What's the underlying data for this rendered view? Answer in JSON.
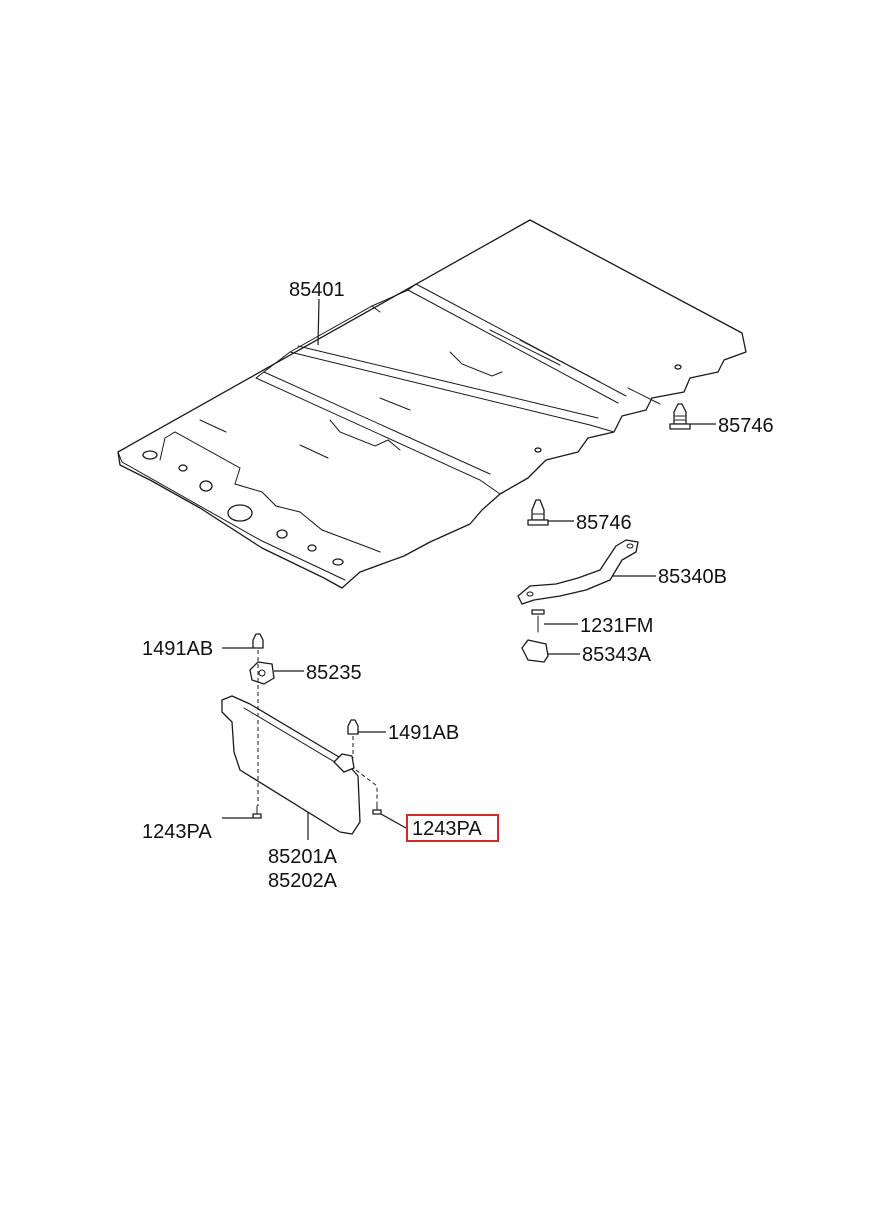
{
  "labels": {
    "headliner": "85401",
    "clip_right": "85746",
    "clip_middle": "85746",
    "grab_handle": "85340B",
    "handle_screw": "1231FM",
    "handle_cap": "85343A",
    "visor_clip_left": "1491AB",
    "visor_holder": "85235",
    "visor_clip_right": "1491AB",
    "visor_screw_left": "1243PA",
    "visor_screw_right": "1243PA",
    "visor_lh": "85201A",
    "visor_rh": "85202A"
  },
  "highlighted_label": "visor_screw_right",
  "colors": {
    "line": "#1a1a1a",
    "highlight": "#d62828",
    "background": "#ffffff"
  }
}
